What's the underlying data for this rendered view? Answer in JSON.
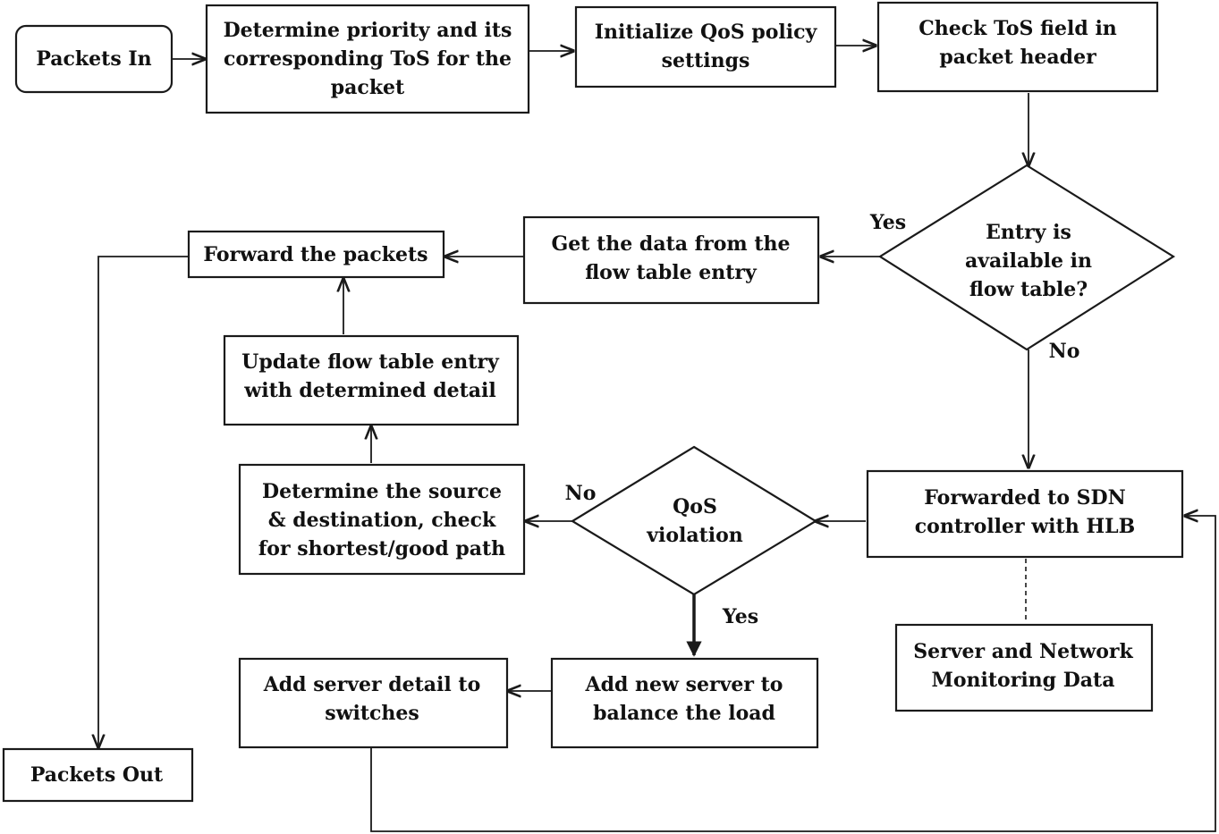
{
  "nodes": {
    "packets_in": [
      "Packets In"
    ],
    "determine_priority": [
      "Determine priority and its",
      "corresponding ToS for the",
      "packet"
    ],
    "init_qos": [
      "Initialize QoS policy",
      "settings"
    ],
    "check_tos": [
      "Check ToS field in",
      "packet header"
    ],
    "entry_available": [
      "Entry is",
      "available in",
      "flow table?"
    ],
    "get_data": [
      "Get the data from the",
      "flow table entry"
    ],
    "forward_packets": [
      "Forward the packets"
    ],
    "update_flow": [
      "Update flow table entry",
      "with determined detail"
    ],
    "determine_source": [
      "Determine the source",
      "& destination, check",
      "for shortest/good path"
    ],
    "qos_violation": [
      "QoS",
      "violation"
    ],
    "forwarded_sdn": [
      "Forwarded to SDN",
      "controller with HLB"
    ],
    "server_monitoring": [
      "Server and Network",
      "Monitoring Data"
    ],
    "add_server_detail": [
      "Add server detail to",
      "switches"
    ],
    "add_new_server": [
      "Add new server to",
      "balance the load"
    ],
    "packets_out": [
      "Packets Out"
    ]
  },
  "edge_labels": {
    "entry_yes": "Yes",
    "entry_no": "No",
    "qos_no": "No",
    "qos_yes": "Yes"
  }
}
